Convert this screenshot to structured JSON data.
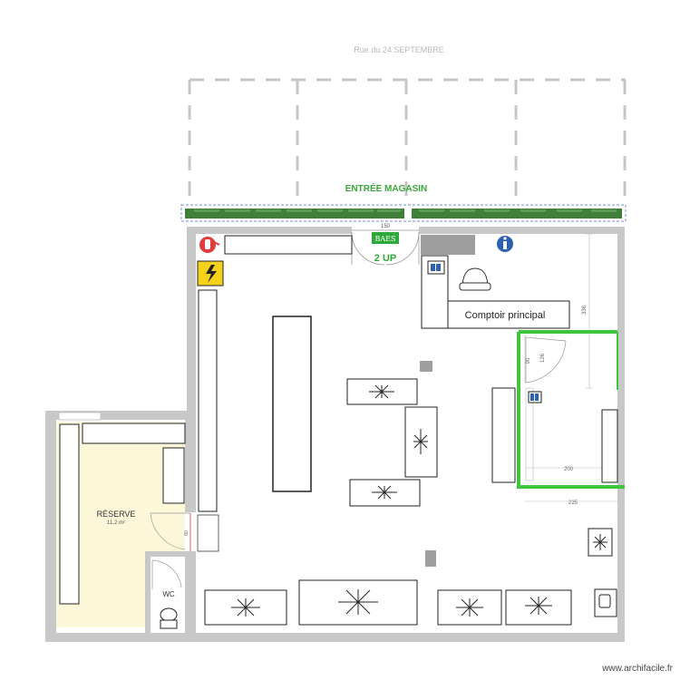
{
  "plan": {
    "street_label": "Rue du 24 SEPTEMBRE",
    "entrance_label": "ENTRÉE MAGASIN",
    "baes_label": "BAES",
    "up_label": "2 UP",
    "counter_label": "Comptoir principal",
    "reserve": {
      "name": "RÉSERVE",
      "area": "11,2 m²"
    },
    "wc_label": "WC",
    "dimensions": {
      "door_width": "150",
      "right_height": "336",
      "inner_door_1": "90",
      "inner_door_2": "126",
      "room_width_inner": "200",
      "room_width_outer": "225",
      "reserve_door": "80"
    },
    "watermark": "www.archifacile.fr",
    "colors": {
      "wall": "#c8c8c8",
      "room_outline": "#3ec43e",
      "entrance_text": "#3aa83a",
      "hedge": "#3f7f3a",
      "baes_bg": "#2fa83a",
      "reserve_floor": "#fdf7da",
      "electric": "#f5d21a",
      "extinguisher": "#e03c3c",
      "info_blue": "#2d5fb2"
    }
  }
}
